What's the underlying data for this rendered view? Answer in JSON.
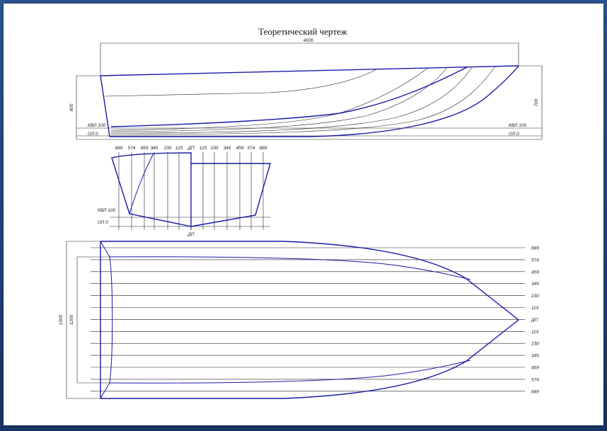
{
  "drawing": {
    "title": "Теоретический чертеж",
    "colors": {
      "hull_lines": "#1a1aa8",
      "construction_lines": "#222222",
      "frame": "#1b3f73",
      "sheet": "#ffffff"
    }
  },
  "side_view": {
    "length_dim": "4000",
    "height_dim_left": "600",
    "height_dim_right": "700",
    "kvl_left": "КВЛ 100",
    "ol_left": "ОЛ 0",
    "kvl_right": "КВЛ 100",
    "ol_right": "ОЛ 0"
  },
  "body_plan": {
    "top_labels": [
      "689",
      "574",
      "459",
      "345",
      "230",
      "115",
      "ДП",
      "115",
      "230",
      "345",
      "459",
      "574",
      "689"
    ],
    "kvl": "КВЛ 100",
    "ol": "ОЛ 0",
    "bottom_label": "ДП"
  },
  "plan_view": {
    "width_dim_outer": "1500",
    "width_dim_inner": "1200",
    "buttock_labels": [
      "689",
      "574",
      "459",
      "345",
      "230",
      "115",
      "ДП",
      "115",
      "230",
      "345",
      "459",
      "574",
      "689"
    ]
  }
}
